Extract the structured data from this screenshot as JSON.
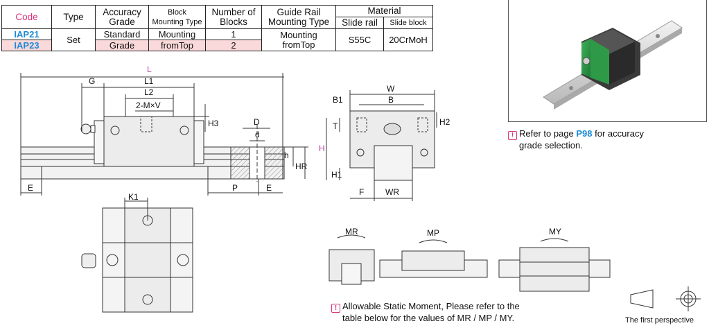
{
  "table": {
    "headers": {
      "code": "Code",
      "type": "Type",
      "accuracy_grade": [
        "Accuracy",
        "Grade"
      ],
      "block_mounting_type": [
        "Block",
        "Mounting Type"
      ],
      "number_of_blocks": [
        "Number of",
        "Blocks"
      ],
      "guide_rail_mounting_type": [
        "Guide Rail",
        "Mounting Type"
      ],
      "material": "Material",
      "slide_rail": "Slide rail",
      "slide_block": "Slide block"
    },
    "rows": [
      {
        "code": "IAP21",
        "blocks": "1"
      },
      {
        "code": "IAP23",
        "blocks": "2"
      }
    ],
    "shared": {
      "type": "Set",
      "accuracy_grade": [
        "Standard",
        "Grade"
      ],
      "block_mounting_type": [
        "Mounting",
        "fromTop"
      ],
      "guide_rail_mounting_type": [
        "Mounting",
        "fromTop"
      ],
      "slide_rail": "S55C",
      "slide_block": "20CrMoH"
    }
  },
  "notes": {
    "accuracy": {
      "pre": "Refer to page ",
      "link": "P98",
      "post": " for accuracy",
      "line2": "grade selection."
    },
    "moment": {
      "line1": "Allowable Static Moment, Please refer to the",
      "line2": "table below for the values of MR / MP / MY."
    }
  },
  "dims": {
    "L": "L",
    "L1": "L1",
    "L2": "L2",
    "G": "G",
    "M": "2-M×V",
    "H3": "H3",
    "D": "D",
    "d": "d",
    "h": "h",
    "HR": "HR",
    "E": "E",
    "P": "P",
    "W": "W",
    "B": "B",
    "B1": "B1",
    "T": "T",
    "H2": "H2",
    "H": "H",
    "H1": "H1",
    "F": "F",
    "WR": "WR",
    "K1": "K1",
    "MR": "MR",
    "MP": "MP",
    "MY": "MY"
  },
  "perspective": "The first perspective",
  "colors": {
    "code": "#d9327a",
    "accent": "#1b8ad6",
    "row_highlight": "#f9d9d9",
    "block_green": "#2e9a48"
  }
}
